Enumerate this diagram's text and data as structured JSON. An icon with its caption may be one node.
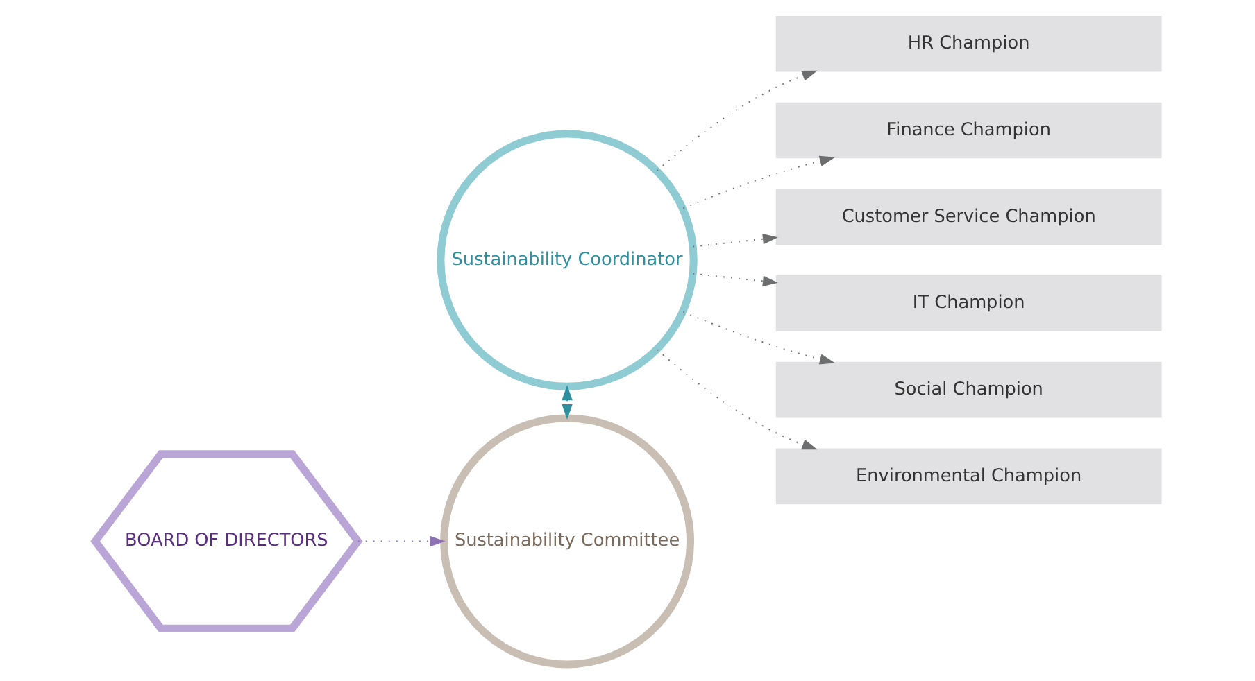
{
  "diagram": {
    "nodes": [
      {
        "text": [
          "BOARD OF DIRECTORS"
        ]
      },
      {
        "text": [
          "Sustainability Coordinator"
        ]
      },
      {
        "text": [
          "Sustainability Committee"
        ]
      },
      {
        "text": [
          "HR Champion"
        ]
      },
      {
        "text": [
          "Finance Champion"
        ]
      },
      {
        "text": [
          "Customer Service Champion"
        ]
      },
      {
        "text": [
          "IT Champion"
        ]
      },
      {
        "text": [
          "Social Champion"
        ]
      },
      {
        "text": [
          "Environmental Champion"
        ]
      }
    ],
    "edges": [
      {
        "from": 0,
        "to": 2,
        "arrow": "to",
        "color": "#8e72b5"
      },
      {
        "from": 1,
        "to": 2,
        "arrow": "both",
        "color": "#2e8f9e"
      },
      {
        "from": 1,
        "to": 3,
        "arrow": "to"
      },
      {
        "from": 1,
        "to": 4,
        "arrow": "to"
      },
      {
        "from": 1,
        "to": 5,
        "arrow": "to"
      },
      {
        "from": 1,
        "to": 6,
        "arrow": "to"
      },
      {
        "from": 1,
        "to": 7,
        "arrow": "to"
      },
      {
        "from": 1,
        "to": 8,
        "arrow": "to"
      }
    ]
  }
}
